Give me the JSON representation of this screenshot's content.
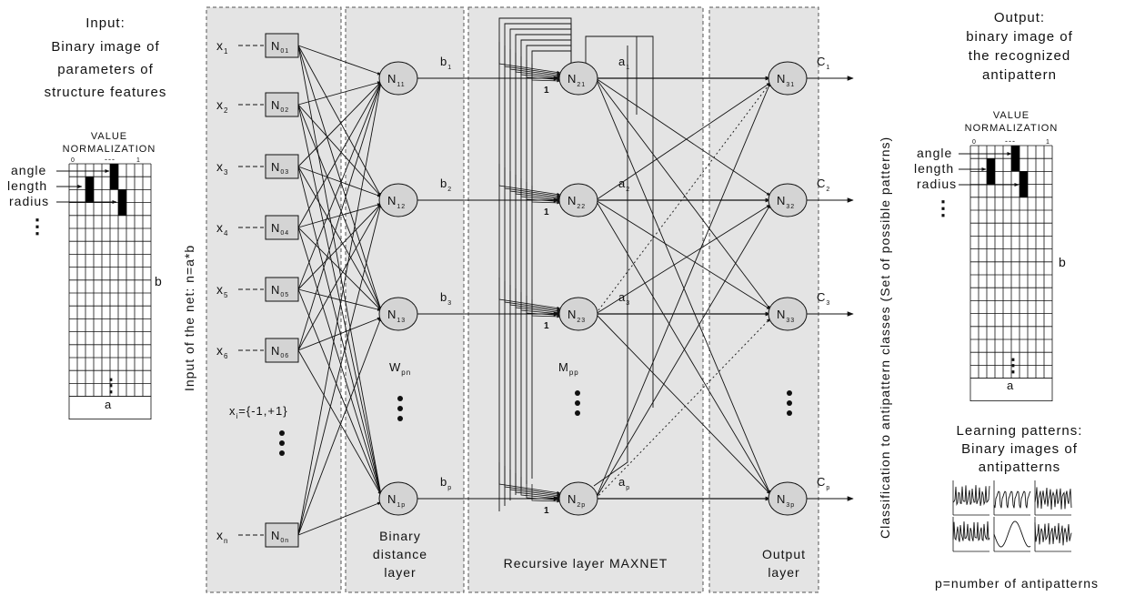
{
  "input_panel": {
    "title": [
      "Input:",
      "Binary image of",
      "parameters of",
      "structure features"
    ],
    "grid_title": [
      "VALUE",
      "NORMALIZATION"
    ],
    "scale_min": "0",
    "scale_mid": "---",
    "scale_max": "1",
    "params": [
      "angle",
      "length",
      "radius"
    ],
    "dots": "⋮",
    "side_label": "b",
    "bottom_label": "a"
  },
  "output_panel": {
    "title": [
      "Output:",
      "binary image of",
      "the recognized",
      "antipattern"
    ],
    "grid_title": [
      "VALUE",
      "NORMALIZATION"
    ],
    "scale_min": "0",
    "scale_mid": "---",
    "scale_max": "1",
    "params": [
      "angle",
      "length",
      "radius"
    ],
    "dots": "⋮",
    "side_label": "b",
    "bottom_label": "a"
  },
  "learning": {
    "title": [
      "Learning patterns:",
      "Binary images of",
      "antipatterns"
    ],
    "footnote": "p=number of antipatterns"
  },
  "net_input_label": "Input of the net: n=a*b",
  "classification_label": "Classification to antipattern classes (Set of possible patterns)",
  "layer_labels": {
    "binary": [
      "Binary",
      "distance",
      "layer"
    ],
    "maxnet": "Recursive layer MAXNET",
    "output": [
      "Output",
      "layer"
    ]
  },
  "inputs": {
    "rows": [
      {
        "x": "x",
        "sub": "1",
        "node": "N",
        "nsub": "01"
      },
      {
        "x": "x",
        "sub": "2",
        "node": "N",
        "nsub": "02"
      },
      {
        "x": "x",
        "sub": "3",
        "node": "N",
        "nsub": "03"
      },
      {
        "x": "x",
        "sub": "4",
        "node": "N",
        "nsub": "04"
      },
      {
        "x": "x",
        "sub": "5",
        "node": "N",
        "nsub": "05"
      },
      {
        "x": "x",
        "sub": "6",
        "node": "N",
        "nsub": "06"
      },
      {
        "x": "x",
        "sub": "n",
        "node": "N",
        "nsub": "0n"
      }
    ],
    "domain_label": "x",
    "domain_sub": "i",
    "domain_value": "={-1,+1}"
  },
  "layer1": [
    {
      "node": "N",
      "sub": "11",
      "out": "b",
      "osub": "1"
    },
    {
      "node": "N",
      "sub": "12",
      "out": "b",
      "osub": "2"
    },
    {
      "node": "N",
      "sub": "13",
      "out": "b",
      "osub": "3"
    },
    {
      "node": "N",
      "sub": "1p",
      "out": "b",
      "osub": "p"
    }
  ],
  "layer2": [
    {
      "node": "N",
      "sub": "21",
      "out": "a",
      "osub": "1"
    },
    {
      "node": "N",
      "sub": "22",
      "out": "a",
      "osub": "2"
    },
    {
      "node": "N",
      "sub": "23",
      "out": "a",
      "osub": "3"
    },
    {
      "node": "N",
      "sub": "2p",
      "out": "a",
      "osub": "p"
    }
  ],
  "layer3": [
    {
      "node": "N",
      "sub": "31",
      "out": "C",
      "osub": "1"
    },
    {
      "node": "N",
      "sub": "32",
      "out": "C",
      "osub": "2"
    },
    {
      "node": "N",
      "sub": "33",
      "out": "C",
      "osub": "3"
    },
    {
      "node": "N",
      "sub": "3p",
      "out": "C",
      "osub": "p"
    }
  ],
  "weights": {
    "w": "W",
    "w_sub": "pn",
    "m": "M",
    "m_sub": "pp",
    "one": "1"
  },
  "colors": {
    "panel_bg": "#e4e4e4",
    "node_fill": "#d4d4d4",
    "stroke": "#111111",
    "cell_mark": "#000000"
  }
}
